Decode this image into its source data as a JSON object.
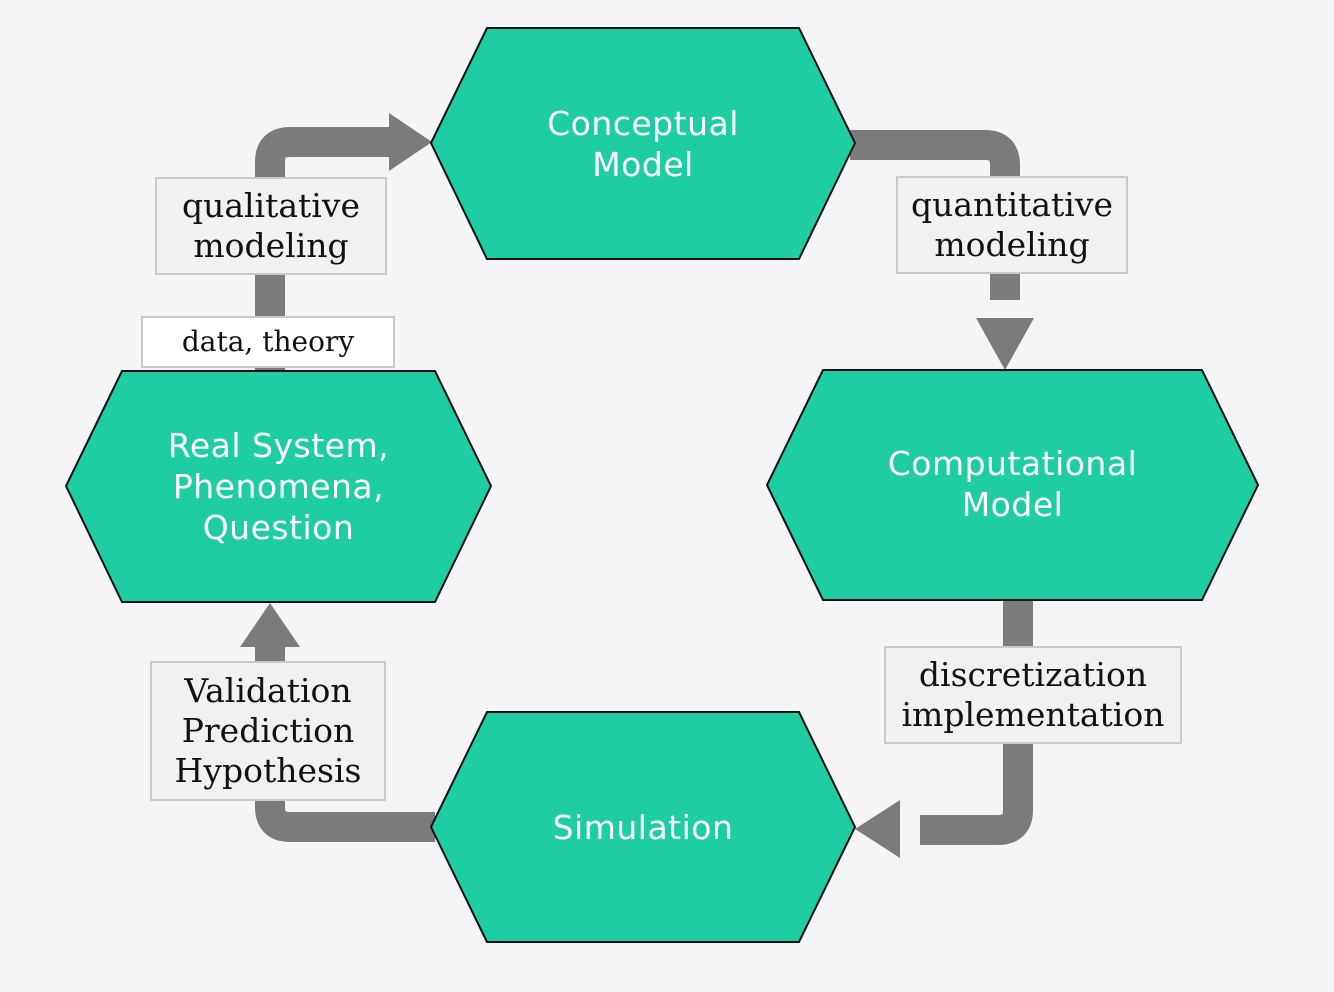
{
  "colors": {
    "node_fill": "#1ecea2",
    "node_stroke": "#111111",
    "arrow": "#7b7b7b",
    "background": "#f5f5f8",
    "label_box": "#f1f1f1"
  },
  "nodes": {
    "conceptual": [
      "Conceptual",
      "Model"
    ],
    "computational": [
      "Computational",
      "Model"
    ],
    "simulation": [
      "Simulation"
    ],
    "real_system": [
      "Real System,",
      "Phenomena,",
      "Question"
    ]
  },
  "edges": {
    "quantitative": [
      "quantitative",
      "modeling"
    ],
    "discretization": [
      "discretization",
      "implementation"
    ],
    "validation": [
      "Validation",
      "Prediction",
      "Hypothesis"
    ],
    "qualitative": [
      "qualitative",
      "modeling"
    ],
    "data_theory": "data, theory"
  }
}
